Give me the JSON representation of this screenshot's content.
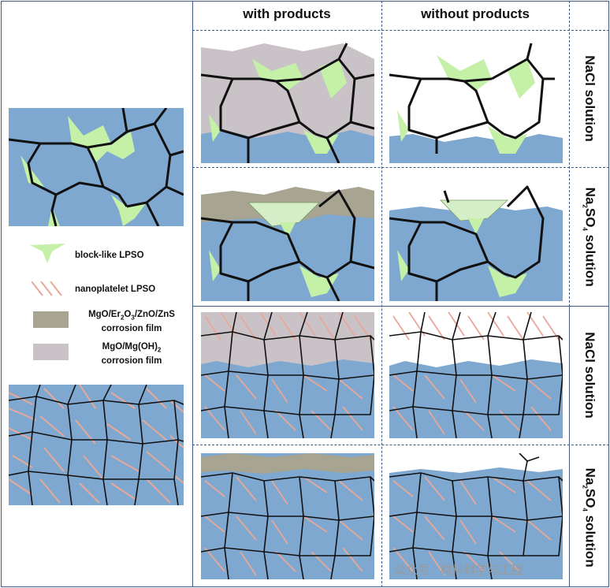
{
  "columns": {
    "with": "with products",
    "without": "without products"
  },
  "rows": [
    {
      "label": "NaCl solution",
      "kind": "nacl"
    },
    {
      "label_main": "Na",
      "label_sub": "2",
      "label_mid": "SO",
      "label_sub2": "4",
      "label_end": " solution",
      "kind": "na2so4"
    },
    {
      "label": "NaCl solution",
      "kind": "nacl"
    },
    {
      "label_main": "Na",
      "label_sub": "2",
      "label_mid": "SO",
      "label_sub2": "4",
      "label_end": " solution",
      "kind": "na2so4"
    }
  ],
  "legend": {
    "block": "block-like LPSO",
    "nano": "nanoplatelet LPSO",
    "film1_a": "MgO/Er",
    "film1_s1": "2",
    "film1_b": "O",
    "film1_s2": "3",
    "film1_c": "/ZnO/ZnS",
    "film1_line2": "corrosion film",
    "film2_a": "MgO/Mg(OH)",
    "film2_s1": "2",
    "film2_line2": "corrosion film"
  },
  "colors": {
    "matrix": "#7fa8d0",
    "lpso": "#c4f0a8",
    "nano": "#e8a898",
    "film_dark": "#a7a491",
    "film_light": "#c9c3c8",
    "boundary": "#111111",
    "frame": "#3d5a8a"
  },
  "watermark": "公众号 · 材料科学与工程"
}
